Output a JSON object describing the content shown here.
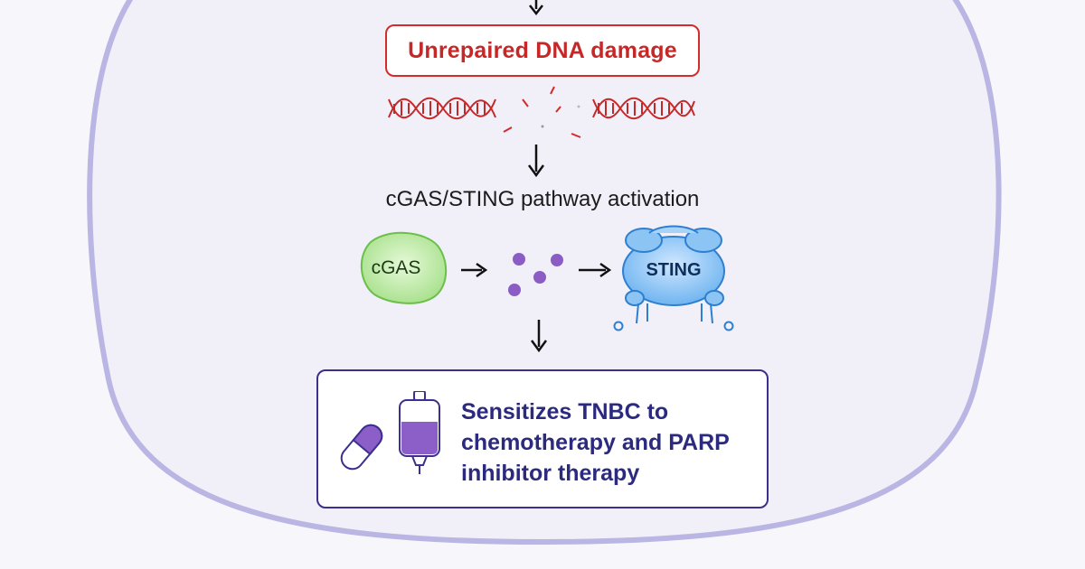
{
  "diagram": {
    "damage_label": "Unrepaired DNA damage",
    "pathway_label": "cGAS/STING pathway activation",
    "cgas_label": "cGAS",
    "sting_label": "STING",
    "result_line1": "Sensitizes TNBC to",
    "result_line2": "chemotherapy and PARP",
    "result_line3": "inhibitor therapy"
  },
  "colors": {
    "cell_membrane": "#b9b6e3",
    "damage_red": "#d42b2b",
    "cgas_green": "#8fd46e",
    "cgamp_purple": "#8a5cc4",
    "sting_blue": "#5aa6ec",
    "result_navy": "#2b2a7e",
    "drug_purple": "#8b5fc7"
  },
  "icons": [
    "arrow-down-icon",
    "dna-strand-icon",
    "cgas-enzyme-icon",
    "cgamp-molecule-icon",
    "sting-protein-icon",
    "pill-capsule-icon",
    "iv-bag-icon"
  ]
}
